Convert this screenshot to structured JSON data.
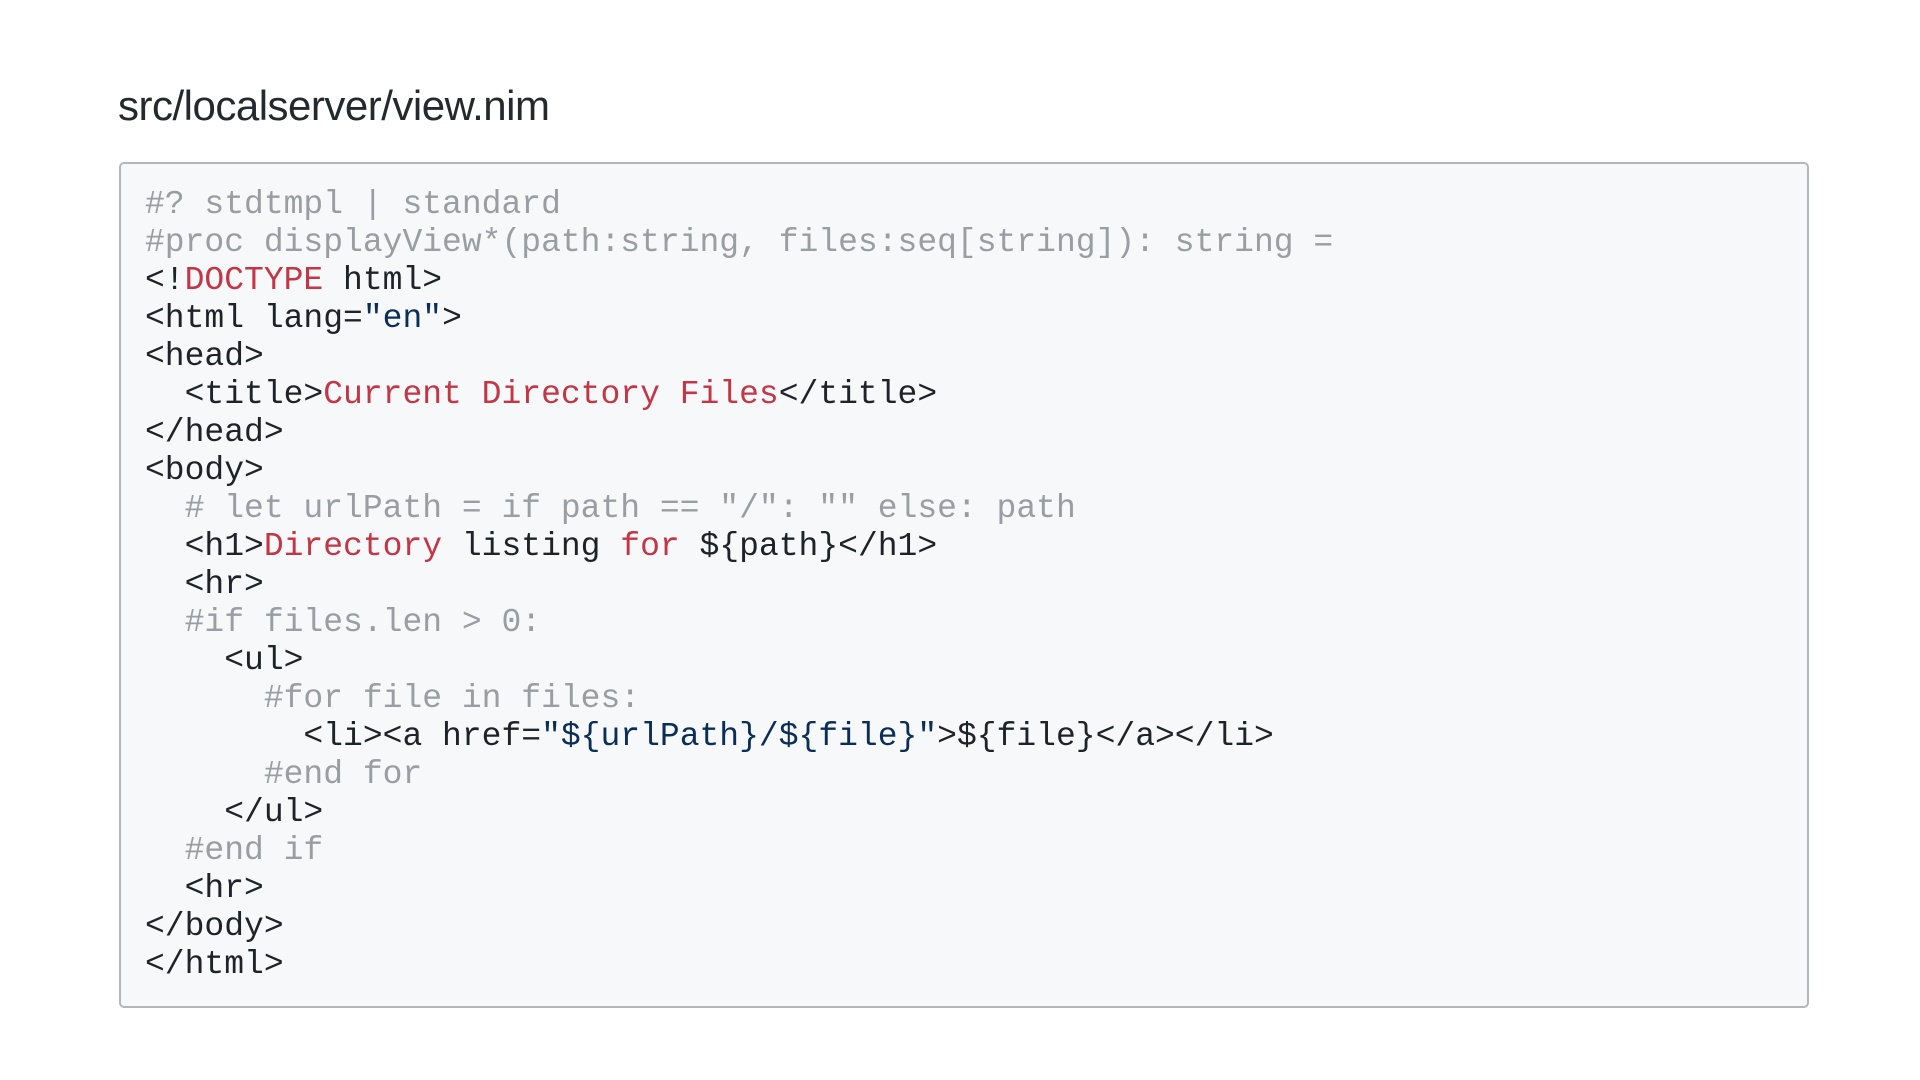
{
  "file": {
    "path": "src/localserver/view.nim"
  },
  "colors": {
    "comment": "#9a9da1",
    "keyword": "#c43545",
    "string": "#0b2e58",
    "plain": "#1f2328",
    "code_background": "#f6f8fa",
    "code_border": "#b3b6ba"
  },
  "code": {
    "lines": [
      [
        {
          "t": "comment",
          "v": "#? stdtmpl | standard"
        }
      ],
      [
        {
          "t": "comment",
          "v": "#proc displayView*(path:string, files:seq[string]): string ="
        }
      ],
      [
        {
          "t": "plain",
          "v": "<!"
        },
        {
          "t": "keyword",
          "v": "DOCTYPE"
        },
        {
          "t": "plain",
          "v": " html>"
        }
      ],
      [
        {
          "t": "plain",
          "v": "<html lang="
        },
        {
          "t": "string",
          "v": "\"en\""
        },
        {
          "t": "plain",
          "v": ">"
        }
      ],
      [
        {
          "t": "plain",
          "v": "<head>"
        }
      ],
      [
        {
          "t": "plain",
          "v": "  <title>"
        },
        {
          "t": "keyword",
          "v": "Current Directory Files"
        },
        {
          "t": "plain",
          "v": "</title>"
        }
      ],
      [
        {
          "t": "plain",
          "v": "</head>"
        }
      ],
      [
        {
          "t": "plain",
          "v": "<body>"
        }
      ],
      [
        {
          "t": "comment",
          "v": "  # let urlPath = if path == \"/\": \"\" else: path"
        }
      ],
      [
        {
          "t": "plain",
          "v": "  <h1>"
        },
        {
          "t": "keyword",
          "v": "Directory"
        },
        {
          "t": "plain",
          "v": " listing "
        },
        {
          "t": "keyword",
          "v": "for"
        },
        {
          "t": "plain",
          "v": " ${path}</h1>"
        }
      ],
      [
        {
          "t": "plain",
          "v": "  <hr>"
        }
      ],
      [
        {
          "t": "comment",
          "v": "  #if files.len > 0:"
        }
      ],
      [
        {
          "t": "plain",
          "v": "    <ul>"
        }
      ],
      [
        {
          "t": "comment",
          "v": "      #for file in files:"
        }
      ],
      [
        {
          "t": "plain",
          "v": "        <li><a href="
        },
        {
          "t": "string",
          "v": "\"${urlPath}/${file}\""
        },
        {
          "t": "plain",
          "v": ">${file}</a></li>"
        }
      ],
      [
        {
          "t": "comment",
          "v": "      #end for"
        }
      ],
      [
        {
          "t": "plain",
          "v": "    </ul>"
        }
      ],
      [
        {
          "t": "comment",
          "v": "  #end if"
        }
      ],
      [
        {
          "t": "plain",
          "v": "  <hr>"
        }
      ],
      [
        {
          "t": "plain",
          "v": "</body>"
        }
      ],
      [
        {
          "t": "plain",
          "v": "</html>"
        }
      ]
    ]
  }
}
